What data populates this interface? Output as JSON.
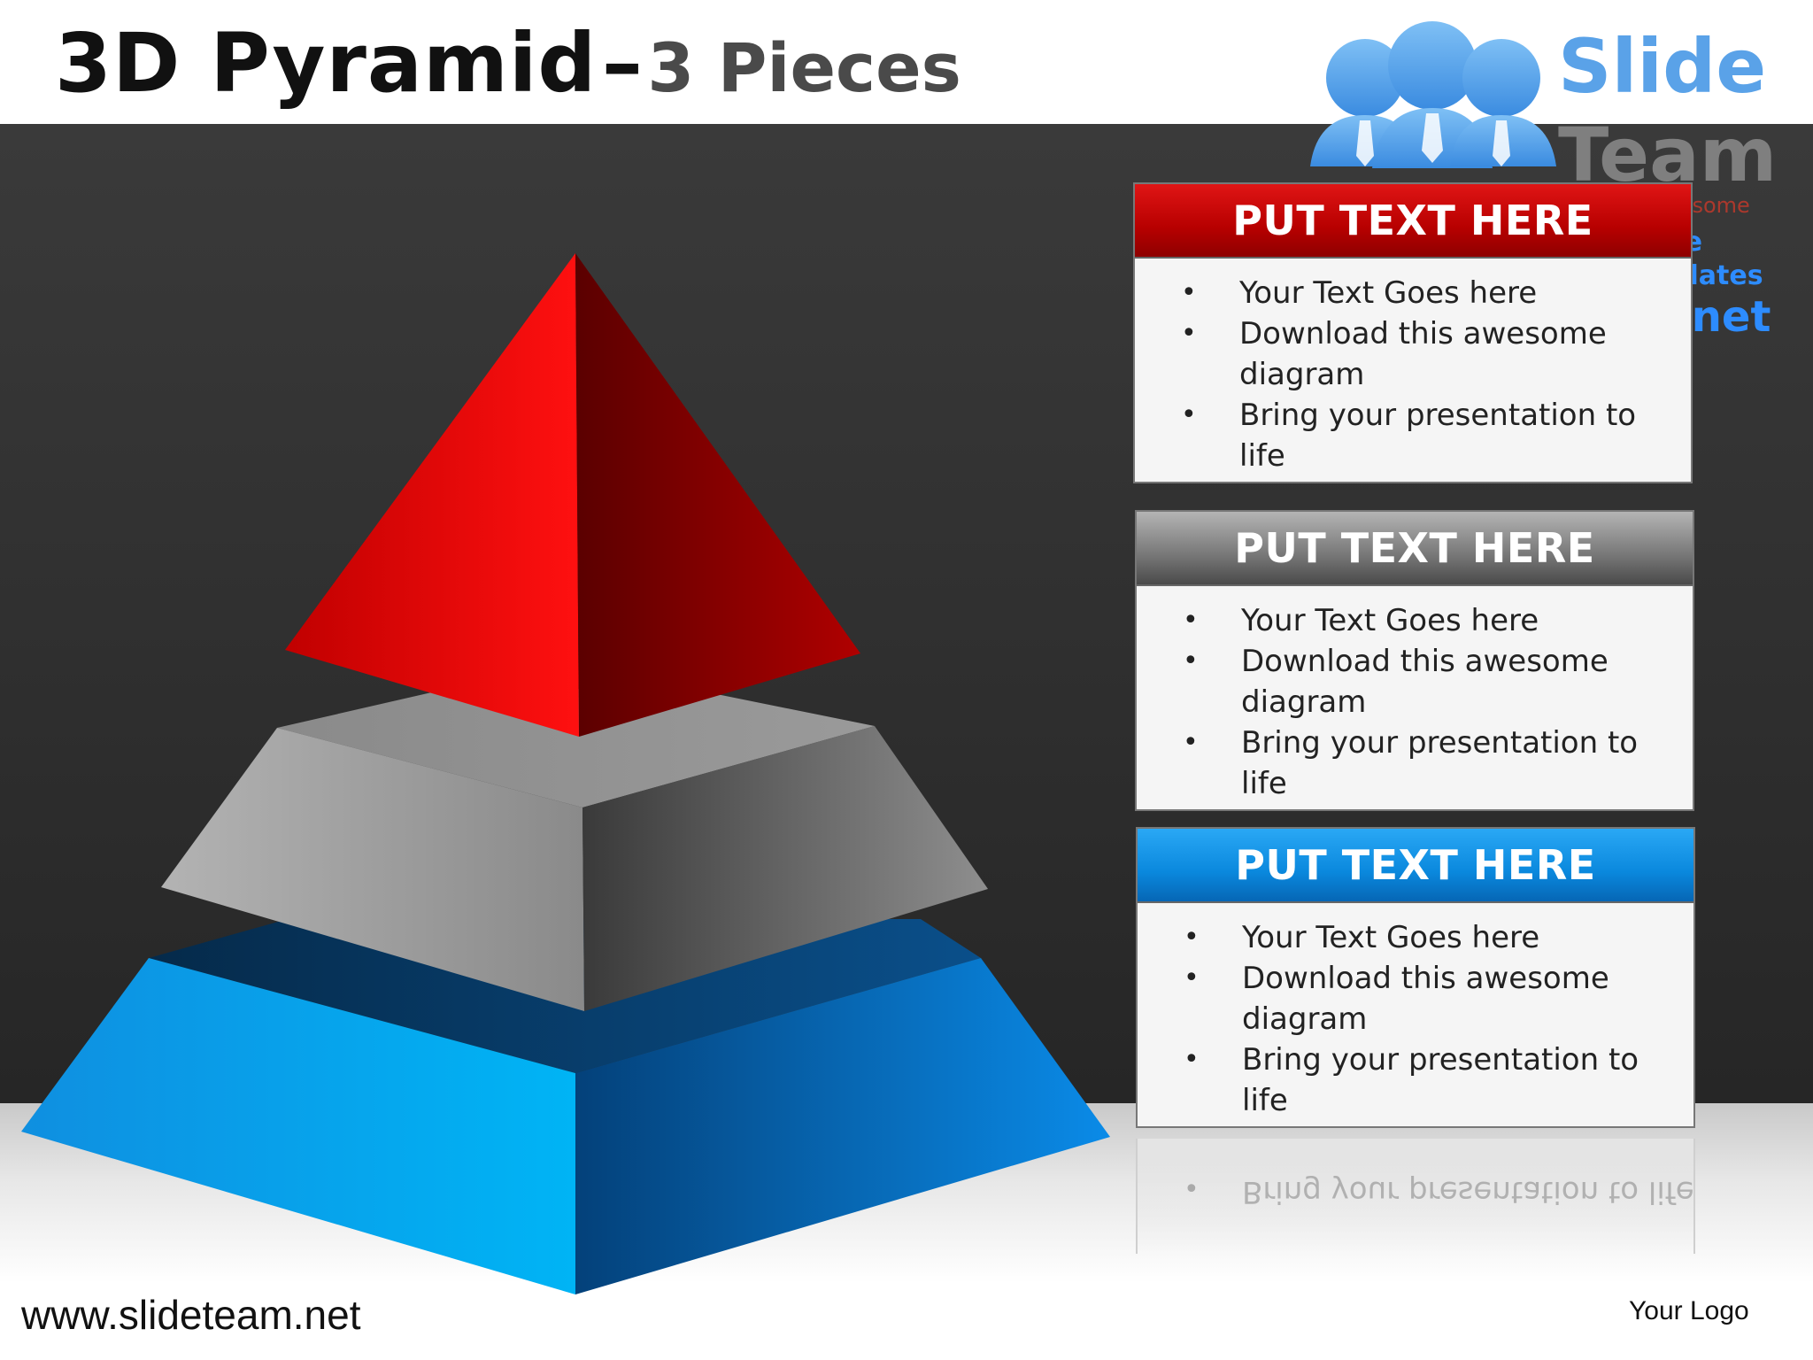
{
  "title": {
    "main": "3D Pyramid",
    "dash": "–",
    "sub": "3 Pieces"
  },
  "logo": {
    "brand_line1": "Slide",
    "brand_line2": "Team",
    "tagline": "Making Your Presentations Look Awesome",
    "promo_line1": "Amaze your audience",
    "promo_line2": "Download unlimited templates",
    "promo_line3": "www.slideteam.net"
  },
  "pyramid": {
    "colors": {
      "top_left": "#ff0000",
      "top_right": "#6e0000",
      "middle_left": "#a0a0a0",
      "middle_right": "#4a4a4a",
      "middle_top": "#8a8a8a",
      "bottom_left": "#19a8f0",
      "bottom_right": "#0a5aa0",
      "bottom_top": "#06355f"
    }
  },
  "boxes": [
    {
      "header": "PUT TEXT HERE",
      "color": "red",
      "items": [
        "Your Text Goes here",
        "Download this awesome diagram",
        "Bring your presentation to life"
      ]
    },
    {
      "header": "PUT TEXT HERE",
      "color": "gray",
      "items": [
        "Your Text Goes here",
        "Download this awesome diagram",
        "Bring your presentation to life"
      ]
    },
    {
      "header": "PUT TEXT HERE",
      "color": "blue",
      "items": [
        "Your Text Goes here",
        "Download this awesome diagram",
        "Bring your presentation to life"
      ]
    }
  ],
  "bullet_char": "•",
  "reflection_text": "Bring your presentation to life",
  "footer": {
    "url": "www.slideteam.net",
    "logo_placeholder": "Your Logo"
  }
}
